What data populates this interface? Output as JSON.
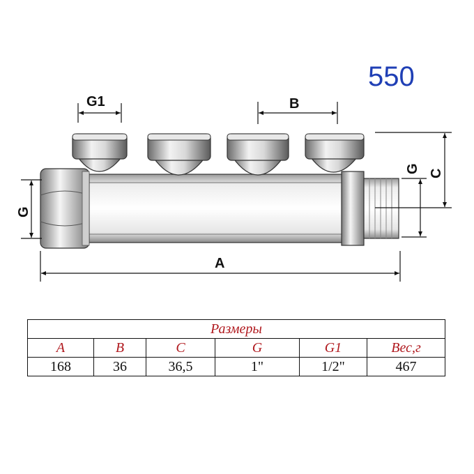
{
  "model": {
    "number": "550"
  },
  "dimension_labels": {
    "g1": "G1",
    "b": "B",
    "g_left": "G",
    "g_right": "G",
    "c": "C",
    "a": "A"
  },
  "table": {
    "caption": "Размеры",
    "headers": [
      "A",
      "B",
      "C",
      "G",
      "G1",
      "Вес,г"
    ],
    "values": [
      "168",
      "36",
      "36,5",
      "1\"",
      "1/2\"",
      "467"
    ]
  },
  "colors": {
    "model_number": "#1f3fb5",
    "table_header": "#b0191e",
    "lines": "#111111"
  }
}
